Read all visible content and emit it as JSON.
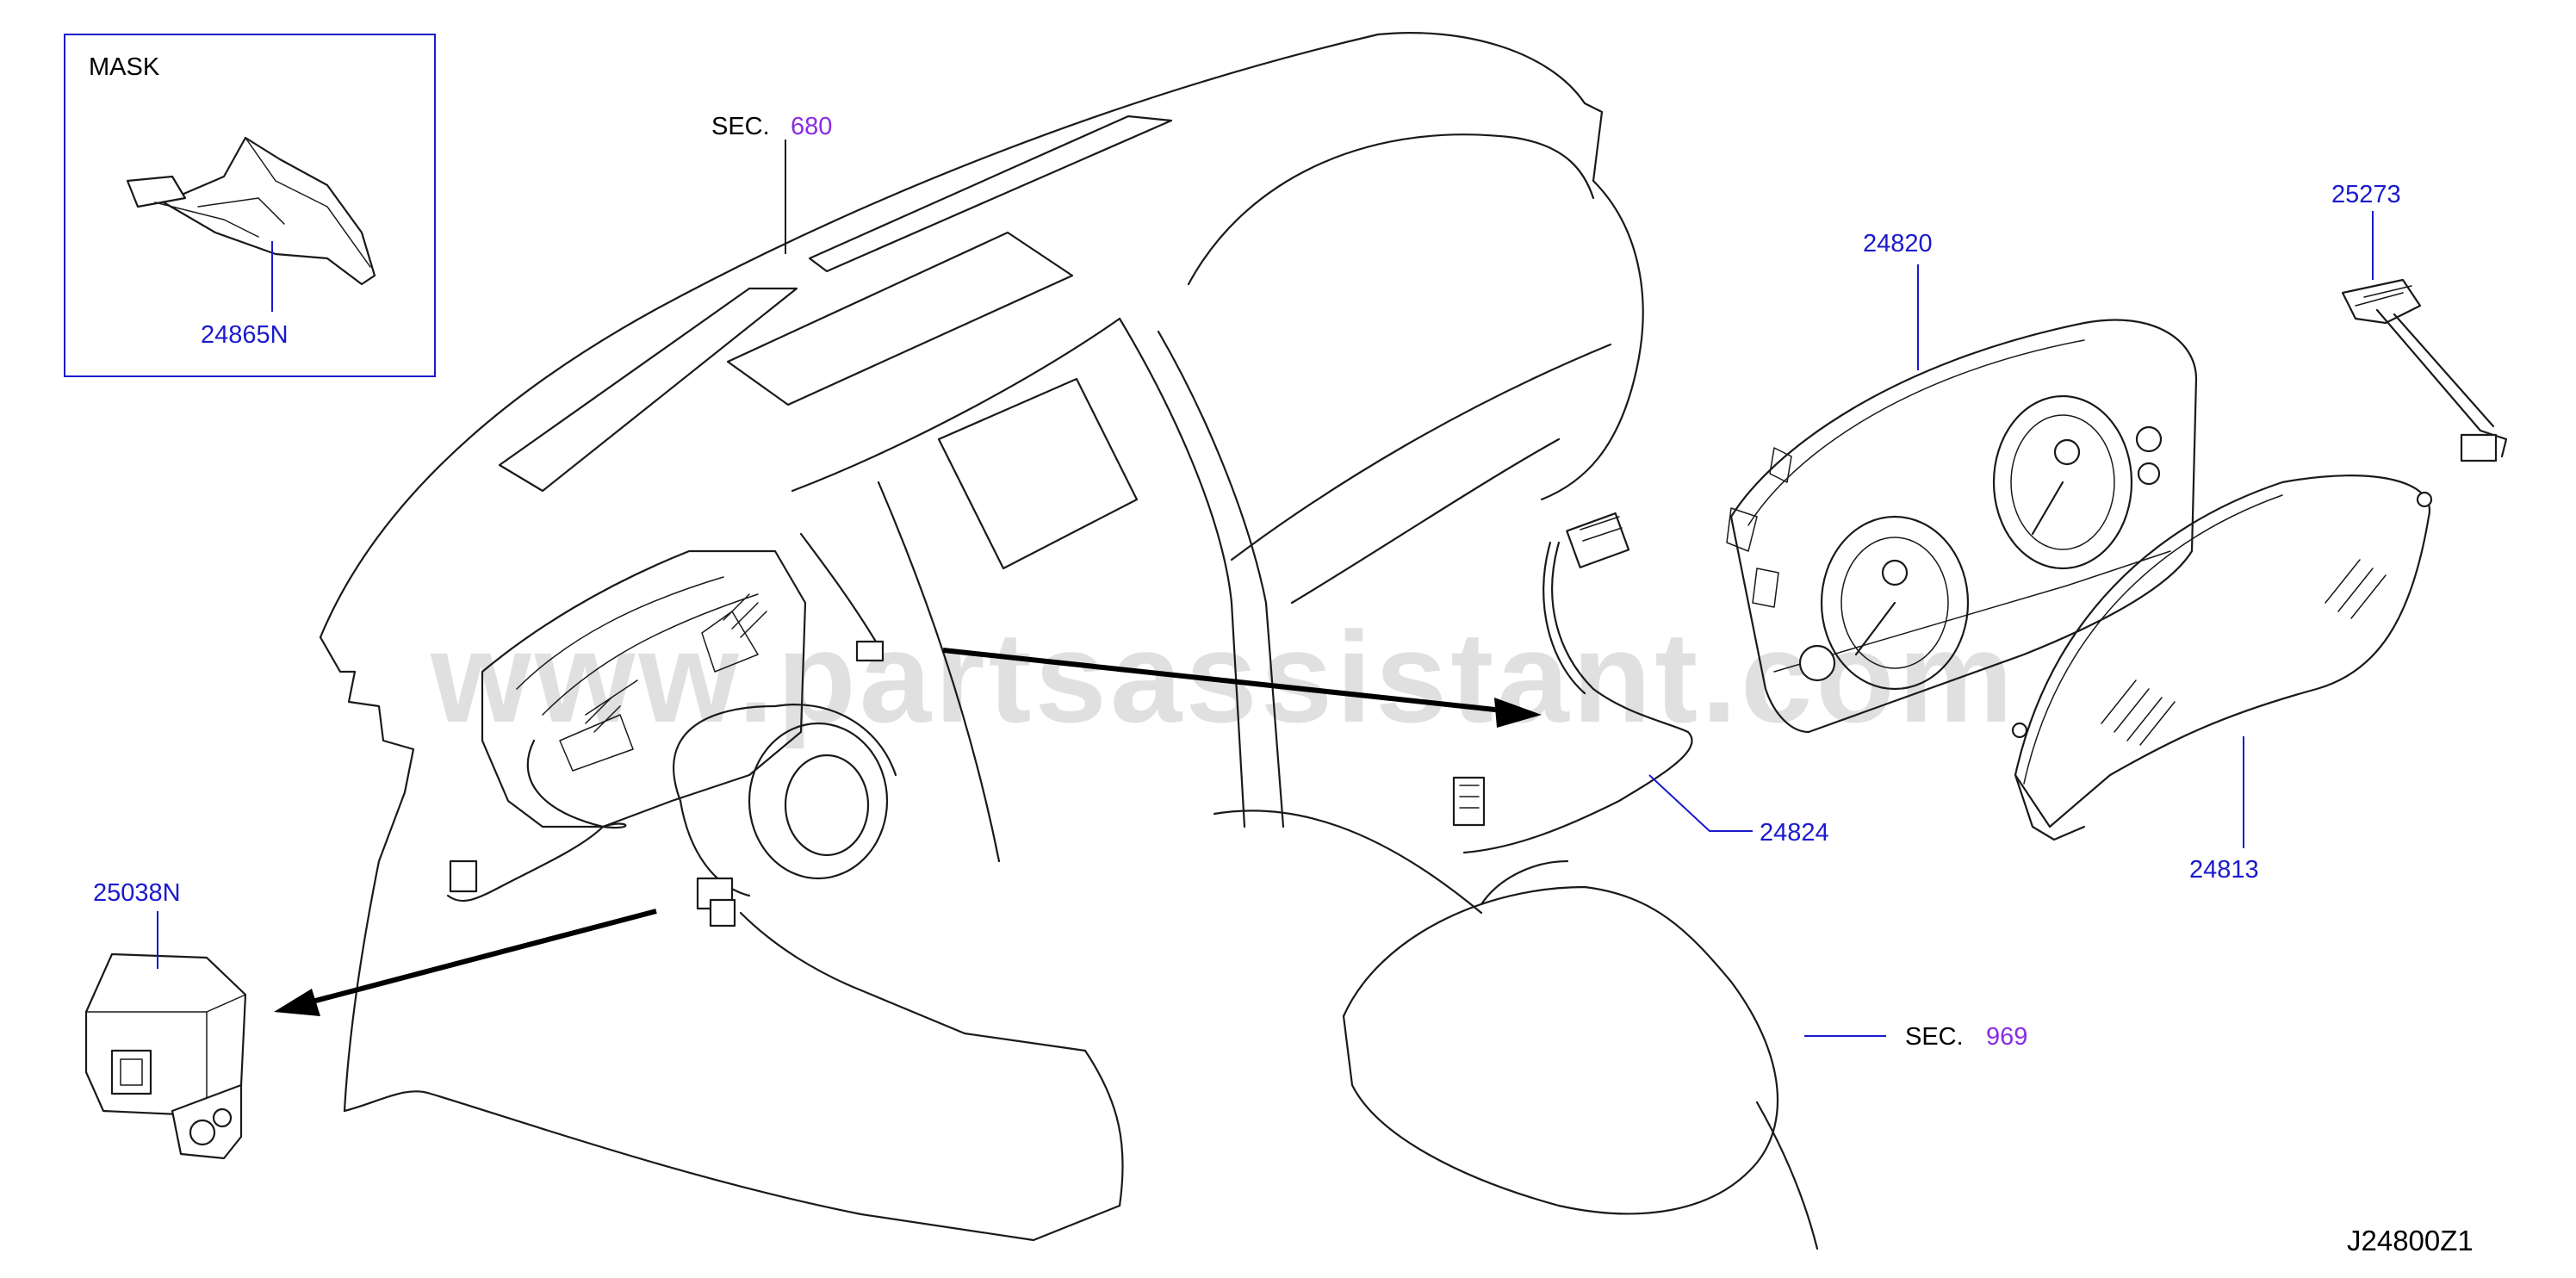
{
  "diagram": {
    "id": "J24800Z1",
    "watermark": "www.partsassistant.com",
    "inset": {
      "title": "MASK",
      "part": "24865N"
    },
    "parts": [
      {
        "number": "24820"
      },
      {
        "number": "25273"
      },
      {
        "number": "24824"
      },
      {
        "number": "24813"
      },
      {
        "number": "25038N"
      }
    ],
    "sections": [
      {
        "prefix": "SEC.",
        "number": "680"
      },
      {
        "prefix": "SEC.",
        "number": "969"
      }
    ],
    "colors": {
      "part_number": "#1a1acc",
      "section_number": "#8a2be2",
      "line_art": "#1a1a1a"
    }
  }
}
